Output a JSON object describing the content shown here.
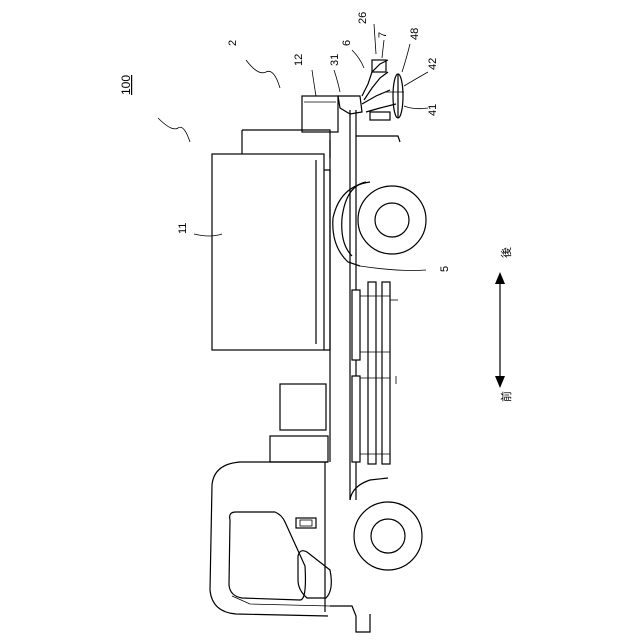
{
  "figure": {
    "labels": {
      "vehicle": "100",
      "assembly": "2",
      "container": "11",
      "base": "12",
      "frame": "5",
      "part_31": "31",
      "part_6": "6",
      "part_26": "26",
      "part_7": "7",
      "part_48": "48",
      "part_42": "42",
      "part_41": "41"
    },
    "directions": {
      "front": "前",
      "rear": "後"
    }
  }
}
